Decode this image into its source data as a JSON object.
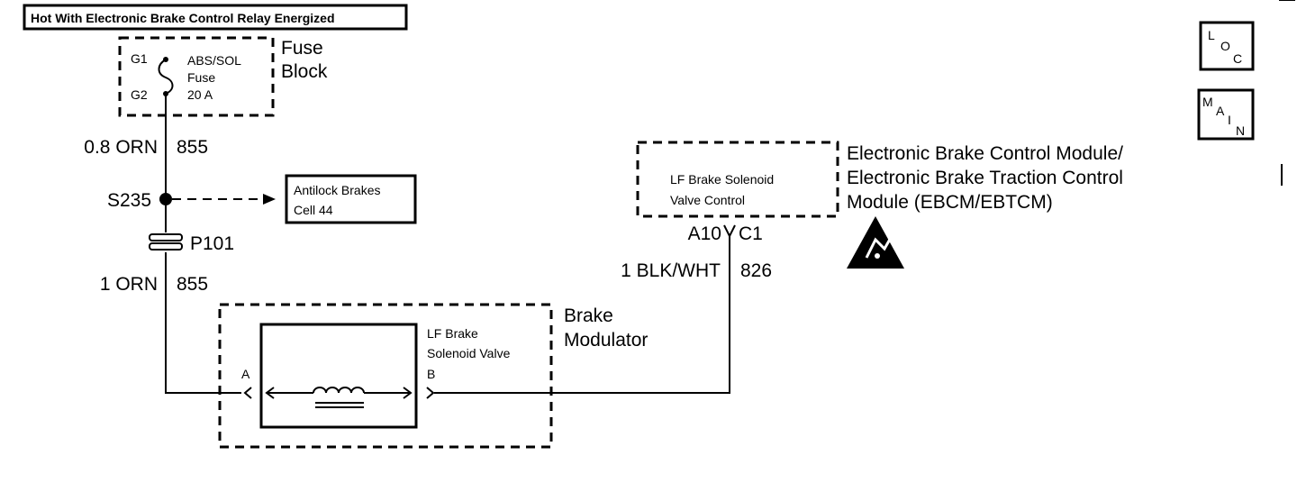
{
  "header": {
    "title": "Hot With Electronic Brake Control Relay Energized"
  },
  "fuse_block": {
    "label_line1": "Fuse",
    "label_line2": "Block",
    "terminal_top": "G1",
    "terminal_bottom": "G2",
    "fuse_line1": "ABS/SOL",
    "fuse_line2": "Fuse",
    "fuse_line3": "20 A"
  },
  "wires": {
    "upper_color": "0.8 ORN",
    "upper_circuit": "855",
    "lower_color": "1 ORN",
    "lower_circuit": "855",
    "module_color": "1 BLK/WHT",
    "module_circuit": "826"
  },
  "splice": {
    "label": "S235"
  },
  "reference_box": {
    "line1": "Antilock Brakes",
    "line2": "Cell 44"
  },
  "connector": {
    "label": "P101"
  },
  "ebcm": {
    "label_line1": "Electronic Brake Control Module/",
    "label_line2": "Electronic Brake Traction Control",
    "label_line3": "Module (EBCM/EBTCM)",
    "inner_line1": "LF Brake Solenoid",
    "inner_line2": "Valve Control",
    "pin": "A10",
    "connector": "C1"
  },
  "brake_modulator": {
    "label_line1": "Brake",
    "label_line2": "Modulator",
    "valve_line1": "LF Brake",
    "valve_line2": "Solenoid Valve",
    "terminal_a": "A",
    "terminal_b": "B"
  },
  "icons": {
    "loc": {
      "l": "L",
      "o": "O",
      "c": "C"
    },
    "main": {
      "m": "M",
      "a": "A",
      "i": "I",
      "n": "N"
    }
  }
}
